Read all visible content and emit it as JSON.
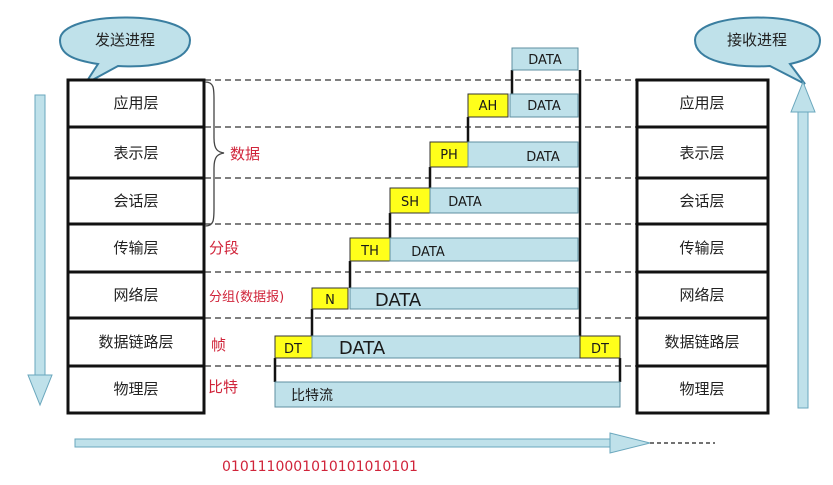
{
  "sender_label": "发送进程",
  "receiver_label": "接收进程",
  "layers": [
    "应用层",
    "表示层",
    "会话层",
    "传输层",
    "网络层",
    "数据链路层",
    "物理层"
  ],
  "units": {
    "data": "数据",
    "segment": "分段",
    "packet": "分组(数据报)",
    "frame": "帧",
    "bit": "比特"
  },
  "headers": {
    "top": "DATA",
    "ah": "AH",
    "ph": "PH",
    "sh": "SH",
    "th": "TH",
    "n": "N",
    "dt": "DT"
  },
  "data_label": "DATA",
  "bit_stream_label": "比特流",
  "bits": "0101110001010101010101",
  "colors": {
    "header_yellow": "#ffff1a",
    "data_blue": "#bfe1ea",
    "red": "#d0243a"
  }
}
